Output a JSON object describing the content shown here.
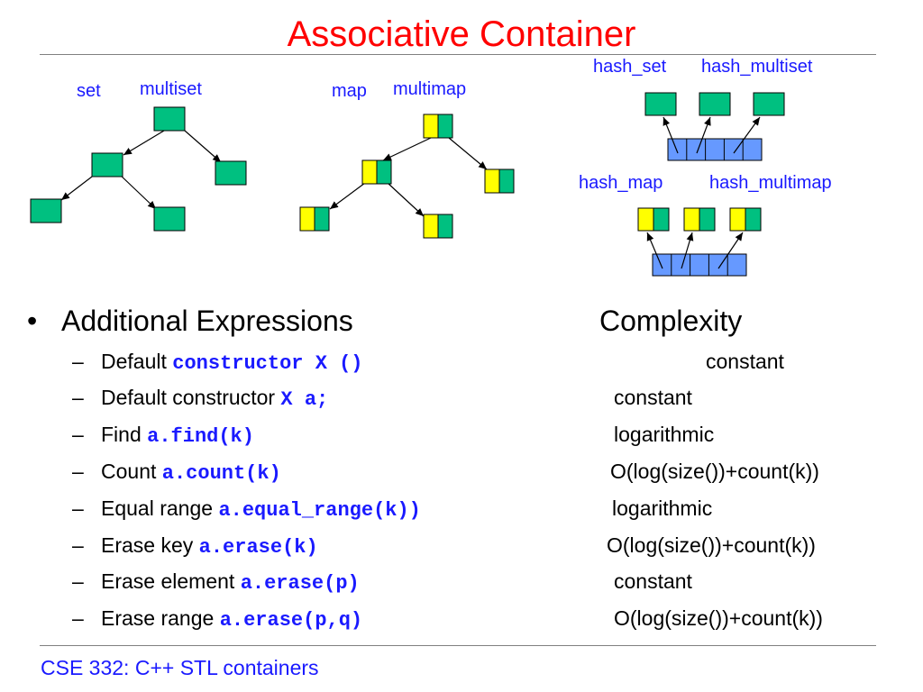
{
  "slide": {
    "title": "Associative Container",
    "footer": "CSE 332: C++ STL containers"
  },
  "diagram": {
    "labels": {
      "set": "set",
      "multiset": "multiset",
      "map": "map",
      "multimap": "multimap",
      "hash_set": "hash_set",
      "hash_multiset": "hash_multiset",
      "hash_map": "hash_map",
      "hash_multimap": "hash_multimap"
    },
    "colors": {
      "node": "#00c080",
      "key": "#ffff00",
      "bucket": "#6699ff",
      "label": "#1a1aff"
    }
  },
  "content": {
    "bullet": "•",
    "heading": "Additional Expressions",
    "complexity_heading": "Complexity",
    "dash": "–",
    "rows": [
      {
        "label": "Default ",
        "code": "constructor X ()",
        "complexity": "constant"
      },
      {
        "label": "Default constructor ",
        "code": "X a;",
        "complexity": "constant"
      },
      {
        "label": "Find ",
        "code": "a.find(k)",
        "complexity": "logarithmic"
      },
      {
        "label": "Count ",
        "code": "a.count(k)",
        "complexity": "O(log(size())+count(k))"
      },
      {
        "label": "Equal range ",
        "code": "a.equal_range(k))",
        "complexity": "logarithmic"
      },
      {
        "label": "Erase key ",
        "code": "a.erase(k)",
        "complexity": "O(log(size())+count(k))"
      },
      {
        "label": "Erase element ",
        "code": "a.erase(p)",
        "complexity": "constant"
      },
      {
        "label": "Erase range ",
        "code": "a.erase(p,q)",
        "complexity": "O(log(size())+count(k))"
      }
    ]
  }
}
